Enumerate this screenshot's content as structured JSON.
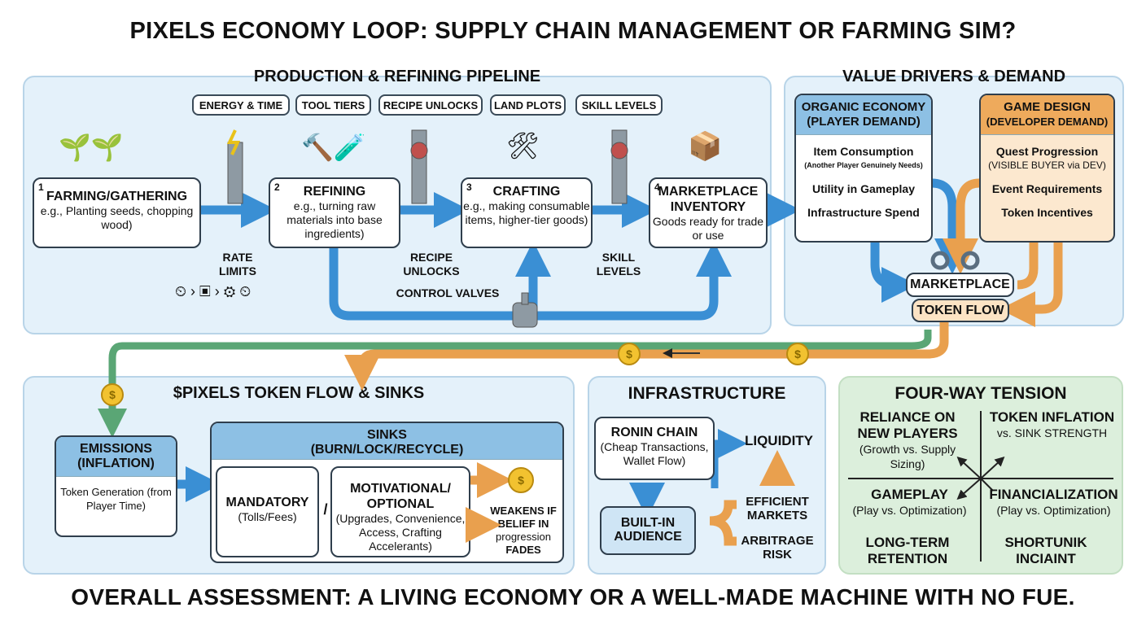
{
  "title": "PIXELS ECONOMY LOOP: SUPPLY CHAIN MANAGEMENT OR FARMING SIM?",
  "footer": "OVERALL ASSESSMENT: A LIVING ECONOMY OR A WELL-MADE MACHINE WITH NO FUE.",
  "pipeline": {
    "title": "PRODUCTION & REFINING PIPELINE",
    "tags": [
      "ENERGY & TIME",
      "TOOL TIERS",
      "RECIPE UNLOCKS",
      "LAND PLOTS",
      "SKILL LEVELS"
    ],
    "stages": [
      {
        "num": "1",
        "title": "FARMING/GATHERING",
        "desc": "e.g., Planting seeds, chopping wood)"
      },
      {
        "num": "2",
        "title": "REFINING",
        "desc": "e.g., turning raw materials into base ingredients)"
      },
      {
        "num": "3",
        "title": "CRAFTING",
        "desc": "e.g., making consumable items, higher-tier goods)"
      },
      {
        "num": "4",
        "title": "MARKETPLACE INVENTORY",
        "desc": "Goods ready for trade or use"
      }
    ],
    "rate_limits": "RATE LIMITS",
    "recipe_unlocks": "RECIPE UNLOCKS",
    "skill_levels": "SKILL LEVELS",
    "control_valves": "CONTROL VALVES"
  },
  "demand": {
    "title": "VALUE DRIVERS & DEMAND",
    "organic": {
      "title": "ORGANIC ECONOMY",
      "subtitle": "(PLAYER DEMAND)",
      "items": [
        "Item Consumption",
        "(Another Player Genuinely Needs)",
        "Utility in Gameplay",
        "Infrastructure Spend"
      ]
    },
    "design": {
      "title": "GAME DESIGN",
      "subtitle": "(DEVELOPER DEMAND)",
      "items": [
        "Quest Progression",
        "(VISIBLE BUYER via DEV)",
        "Event Requirements",
        "Token Incentives"
      ]
    },
    "marketplace": "MARKETPLACE",
    "token_flow": "TOKEN FLOW"
  },
  "token": {
    "title": "$PIXELS TOKEN FLOW & SINKS",
    "emissions": {
      "title": "EMISSIONS (INFLATION)",
      "desc": "Token Generation (from Player Time)"
    },
    "sinks": {
      "title": "SINKS",
      "subtitle": "(BURN/LOCK/RECYCLE)",
      "mandatory": {
        "title": "MANDATORY",
        "desc": "(Tolls/Fees)"
      },
      "separator": "/",
      "optional": {
        "title": "MOTIVATIONAL/ OPTIONAL",
        "desc": "(Upgrades, Convenience, Access, Crafting Accelerants)"
      },
      "weakens": [
        "WEAKENS IF",
        "BELIEF IN",
        "progression",
        "FADES"
      ]
    }
  },
  "infra": {
    "title": "INFRASTRUCTURE",
    "ronin": {
      "title": "RONIN CHAIN",
      "desc": "(Cheap Transactions, Wallet Flow)"
    },
    "liquidity": "LIQUIDITY",
    "audience": "BUILT-IN AUDIENCE",
    "efficient": "EFFICIENT MARKETS",
    "arbitrage": "ARBITRAGE RISK"
  },
  "tension": {
    "title": "FOUR-WAY TENSION",
    "q1": {
      "title": "RELIANCE ON NEW PLAYERS",
      "desc": "(Growth vs. Supply Sizing)"
    },
    "q2": {
      "title": "TOKEN INFLATION",
      "desc": "vs. SINK STRENGTH"
    },
    "q3": {
      "title": "GAMEPLAY",
      "desc": "(Play vs. Optimization)"
    },
    "q4": {
      "title": "FINANCIALIZATION",
      "desc": "(Play vs. Optimization)"
    },
    "q5": {
      "title": "LONG-TERM RETENTION"
    },
    "q6": {
      "title": "SHORTUNIK INCIAINT"
    }
  },
  "colors": {
    "blue": "#3a8fd4",
    "orange": "#e9a04e",
    "green": "#5aa675",
    "panel": "#e4f1fa",
    "tension_bg": "#dcefdc",
    "coin": "#f2c230"
  }
}
